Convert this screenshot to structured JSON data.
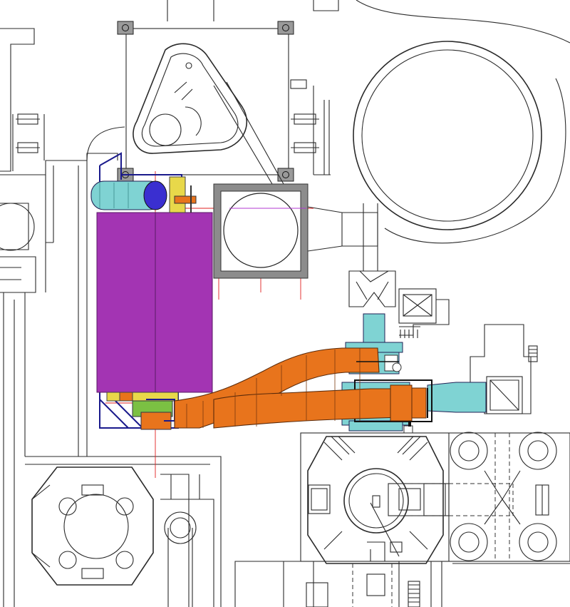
{
  "drawing": {
    "colors": {
      "background": "#ffffff",
      "linework": "#2a2a2a",
      "magenta_module": "#a334b3",
      "orange_duct": "#e8741c",
      "cyan_components": "#7fd3d3",
      "blue_cylinder": "#3a2fd0",
      "green_bracket": "#7bc043",
      "yellow_part": "#e8d84a",
      "gray_frame": "#8c8c8c",
      "navy_frame": "#1a1a8c",
      "red_centerlines": "#e02020"
    },
    "components": [
      {
        "name": "magenta-module",
        "color": "#a334b3"
      },
      {
        "name": "cyan-cylinder",
        "color": "#7fd3d3"
      },
      {
        "name": "orange-duct",
        "color": "#e8741c"
      },
      {
        "name": "square-frame",
        "color": "#8c8c8c"
      },
      {
        "name": "cyan-nozzle",
        "color": "#7fd3d3"
      }
    ]
  }
}
